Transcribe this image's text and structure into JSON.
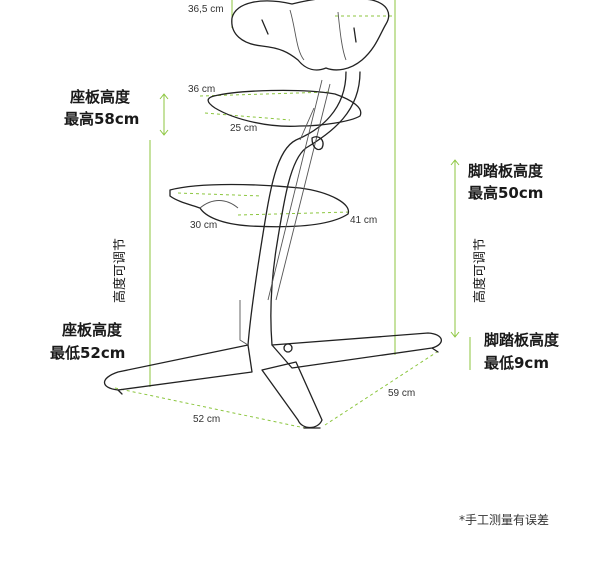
{
  "labels": {
    "seat_max_title": "座板高度",
    "seat_max_value": "最高58cm",
    "seat_min_title": "座板高度",
    "seat_min_value": "最低52cm",
    "foot_max_title": "脚踏板高度",
    "foot_max_value": "最高50cm",
    "foot_min_title": "脚踏板高度",
    "foot_min_value": "最低9cm",
    "adjustable_left": "高度可调节",
    "adjustable_right": "高度可调节"
  },
  "dimensions": {
    "backrest_width": "36,5 cm",
    "seat_width": "36 cm",
    "seat_depth": "25 cm",
    "footrest_width": "30 cm",
    "footrest_depth": "41 cm",
    "base_width": "52 cm",
    "base_depth": "59 cm"
  },
  "note": "*手工测量有误差",
  "colors": {
    "accent": "#8cc63f",
    "line": "#222222",
    "text": "#1a1a1a"
  }
}
